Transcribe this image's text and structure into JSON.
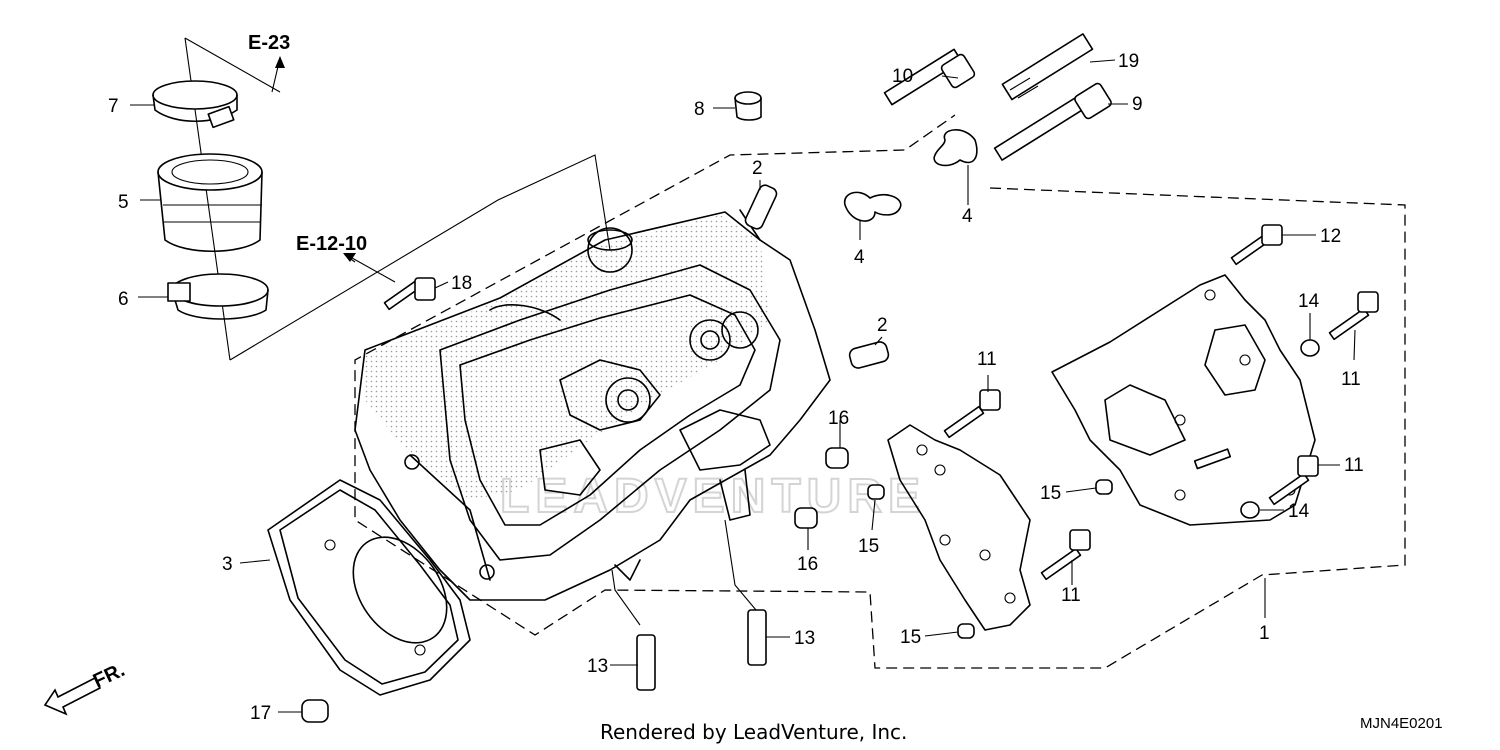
{
  "diagram": {
    "refs": {
      "r1": "E-23",
      "r2": "E-12-10"
    },
    "labels": {
      "p1": "1",
      "p2a": "2",
      "p2b": "2",
      "p3": "3",
      "p4a": "4",
      "p4b": "4",
      "p5": "5",
      "p6": "6",
      "p7": "7",
      "p8": "8",
      "p9": "9",
      "p10": "10",
      "p11a": "11",
      "p11b": "11",
      "p11c": "11",
      "p11d": "11",
      "p12": "12",
      "p13a": "13",
      "p13b": "13",
      "p14a": "14",
      "p14b": "14",
      "p15a": "15",
      "p15b": "15",
      "p15c": "15",
      "p16a": "16",
      "p16b": "16",
      "p17": "17",
      "p18": "18",
      "p19": "19"
    },
    "front_arrow": "FR.",
    "credit": "Rendered by LeadVenture, Inc.",
    "diagram_code": "MJN4E0201",
    "watermark": "LEADVENTURE"
  }
}
